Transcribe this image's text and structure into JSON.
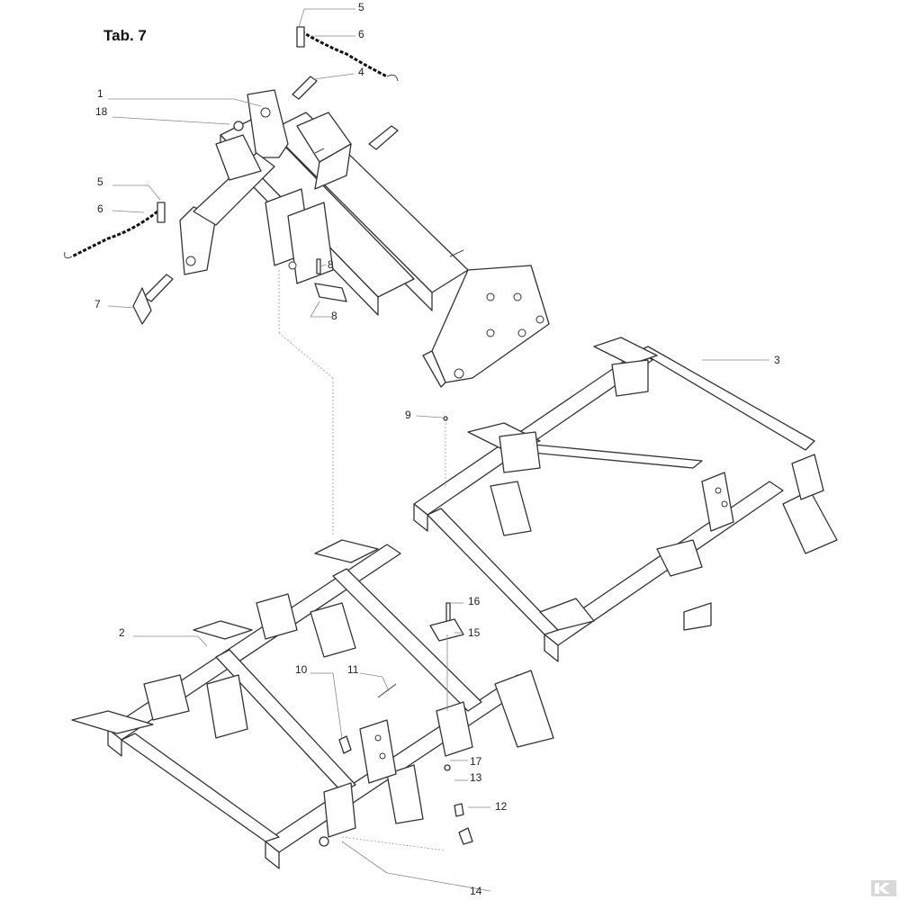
{
  "title": "Tab. 7",
  "callouts": [
    "1",
    "18",
    "5",
    "6",
    "4",
    "5",
    "6",
    "7",
    "8",
    "8",
    "9",
    "3",
    "16",
    "15",
    "2",
    "10",
    "11",
    "17",
    "13",
    "12",
    "14"
  ],
  "logo_mark": "K"
}
